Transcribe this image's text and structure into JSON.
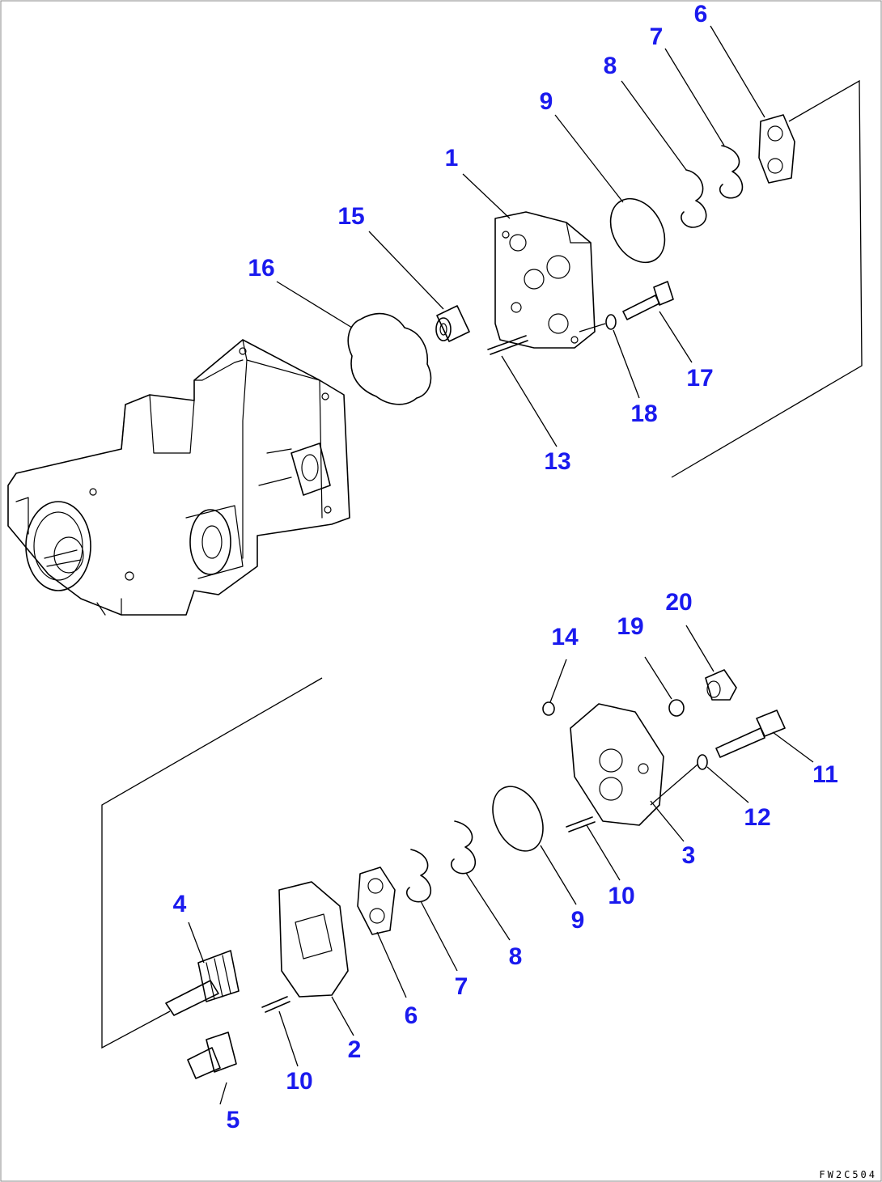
{
  "drawing": {
    "figure_code": "FW2C504",
    "callouts": [
      {
        "id": "c1",
        "text": "1"
      },
      {
        "id": "c6a",
        "text": "6"
      },
      {
        "id": "c7a",
        "text": "7"
      },
      {
        "id": "c8a",
        "text": "8"
      },
      {
        "id": "c9a",
        "text": "9"
      },
      {
        "id": "c13",
        "text": "13"
      },
      {
        "id": "c15",
        "text": "15"
      },
      {
        "id": "c16",
        "text": "16"
      },
      {
        "id": "c17",
        "text": "17"
      },
      {
        "id": "c18",
        "text": "18"
      },
      {
        "id": "c2",
        "text": "2"
      },
      {
        "id": "c3",
        "text": "3"
      },
      {
        "id": "c4",
        "text": "4"
      },
      {
        "id": "c5",
        "text": "5"
      },
      {
        "id": "c6b",
        "text": "6"
      },
      {
        "id": "c7b",
        "text": "7"
      },
      {
        "id": "c8b",
        "text": "8"
      },
      {
        "id": "c9b",
        "text": "9"
      },
      {
        "id": "c10a",
        "text": "10"
      },
      {
        "id": "c10b",
        "text": "10"
      },
      {
        "id": "c11",
        "text": "11"
      },
      {
        "id": "c12",
        "text": "12"
      },
      {
        "id": "c14",
        "text": "14"
      },
      {
        "id": "c19",
        "text": "19"
      },
      {
        "id": "c20",
        "text": "20"
      }
    ]
  }
}
